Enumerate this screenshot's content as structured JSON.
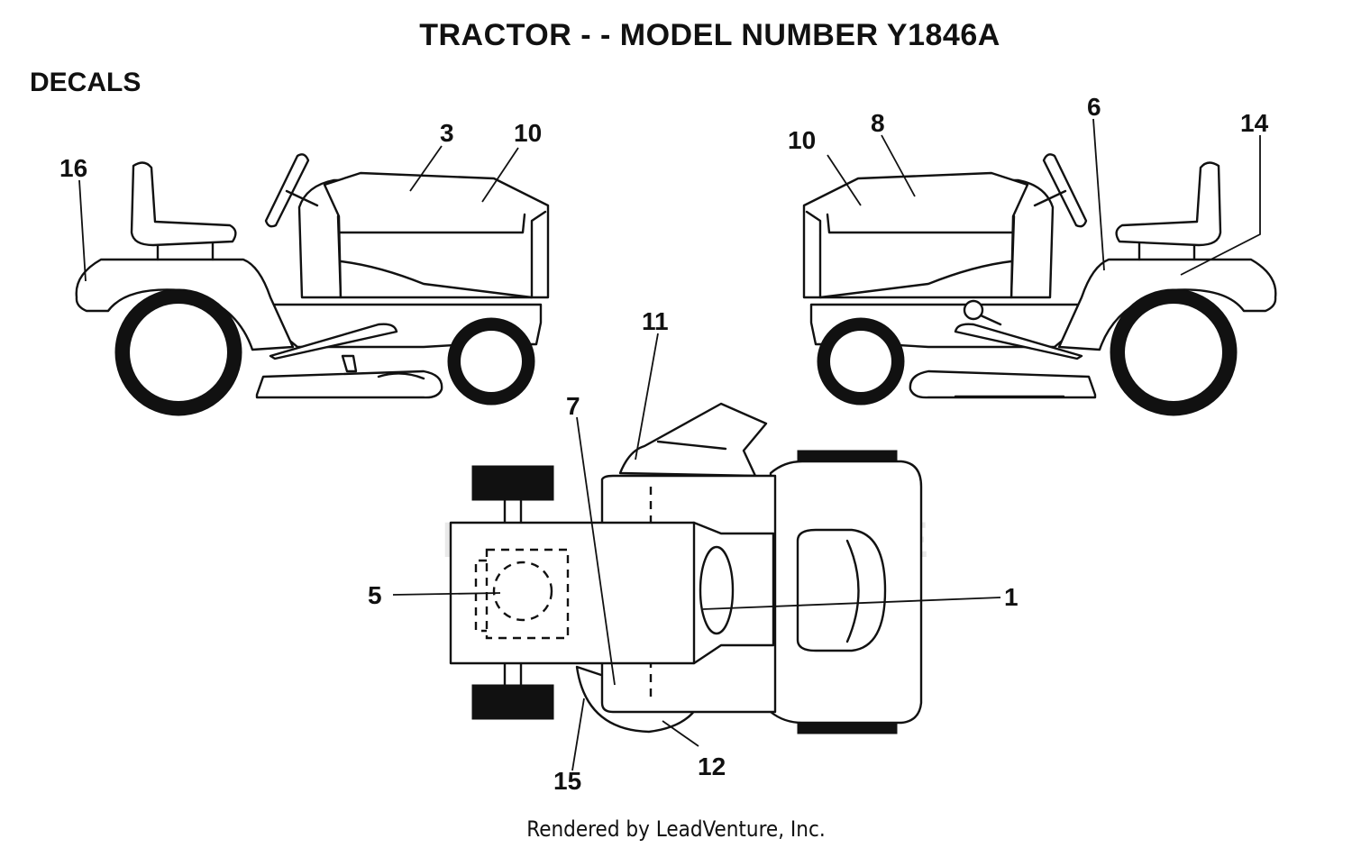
{
  "title": "TRACTOR - - MODEL NUMBER Y1846A",
  "section": "DECALS",
  "footer": "Rendered by LeadVenture, Inc.",
  "watermark": "LEADVENTURE",
  "callouts": {
    "left_view": [
      "16",
      "3",
      "10"
    ],
    "right_view": [
      "10",
      "8",
      "6",
      "14"
    ],
    "top_view": [
      "11",
      "7",
      "5",
      "1",
      "15",
      "12"
    ]
  }
}
